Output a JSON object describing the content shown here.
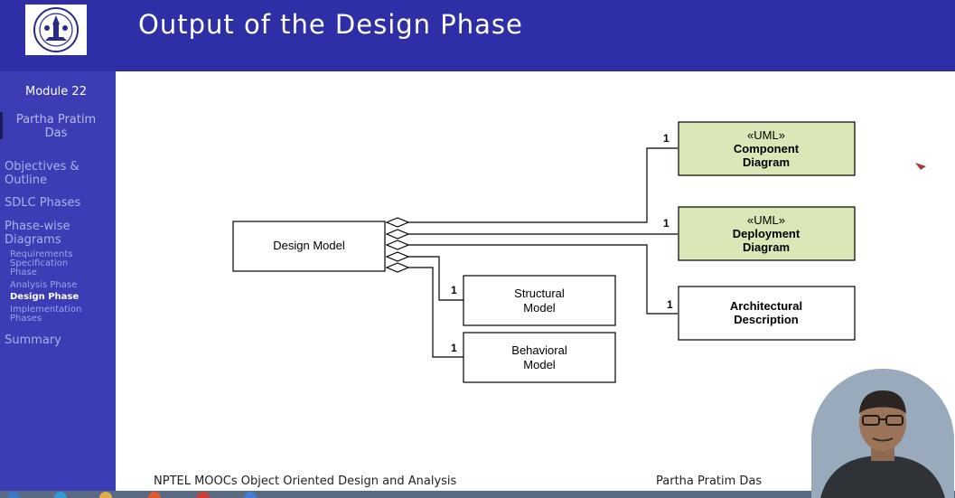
{
  "title": "Output of the Design Phase",
  "sidebar": {
    "module": "Module 22",
    "author": "Partha Pratim Das",
    "items": [
      {
        "label": "Objectives & Outline"
      },
      {
        "label": "SDLC Phases"
      },
      {
        "label": "Phase-wise Diagrams"
      }
    ],
    "subitems": [
      {
        "label": "Requirements Specification Phase",
        "active": false
      },
      {
        "label": "Analysis Phase",
        "active": false
      },
      {
        "label": "Design Phase",
        "active": true
      },
      {
        "label": "Implementation Phases",
        "active": false
      }
    ],
    "summary": "Summary"
  },
  "diagram": {
    "design_model": "Design Model",
    "component": {
      "stereotype": "«UML»",
      "line1": "Component",
      "line2": "Diagram"
    },
    "deployment": {
      "stereotype": "«UML»",
      "line1": "Deployment",
      "line2": "Diagram"
    },
    "architectural": {
      "line1": "Architectural",
      "line2": "Description"
    },
    "structural": {
      "line1": "Structural",
      "line2": "Model"
    },
    "behavioral": {
      "line1": "Behavioral",
      "line2": "Model"
    },
    "multiplicity": "1",
    "colors": {
      "uml_fill": "#d9e8b6",
      "box_fill": "#ffffff",
      "stroke": "#000000"
    }
  },
  "footer": {
    "course": "NPTEL MOOCs Object Oriented Design and Analysis",
    "author": "Partha Pratim Das"
  },
  "colors": {
    "sidebar": "#3c3cb4",
    "titlebar": "#2e2ea6"
  }
}
